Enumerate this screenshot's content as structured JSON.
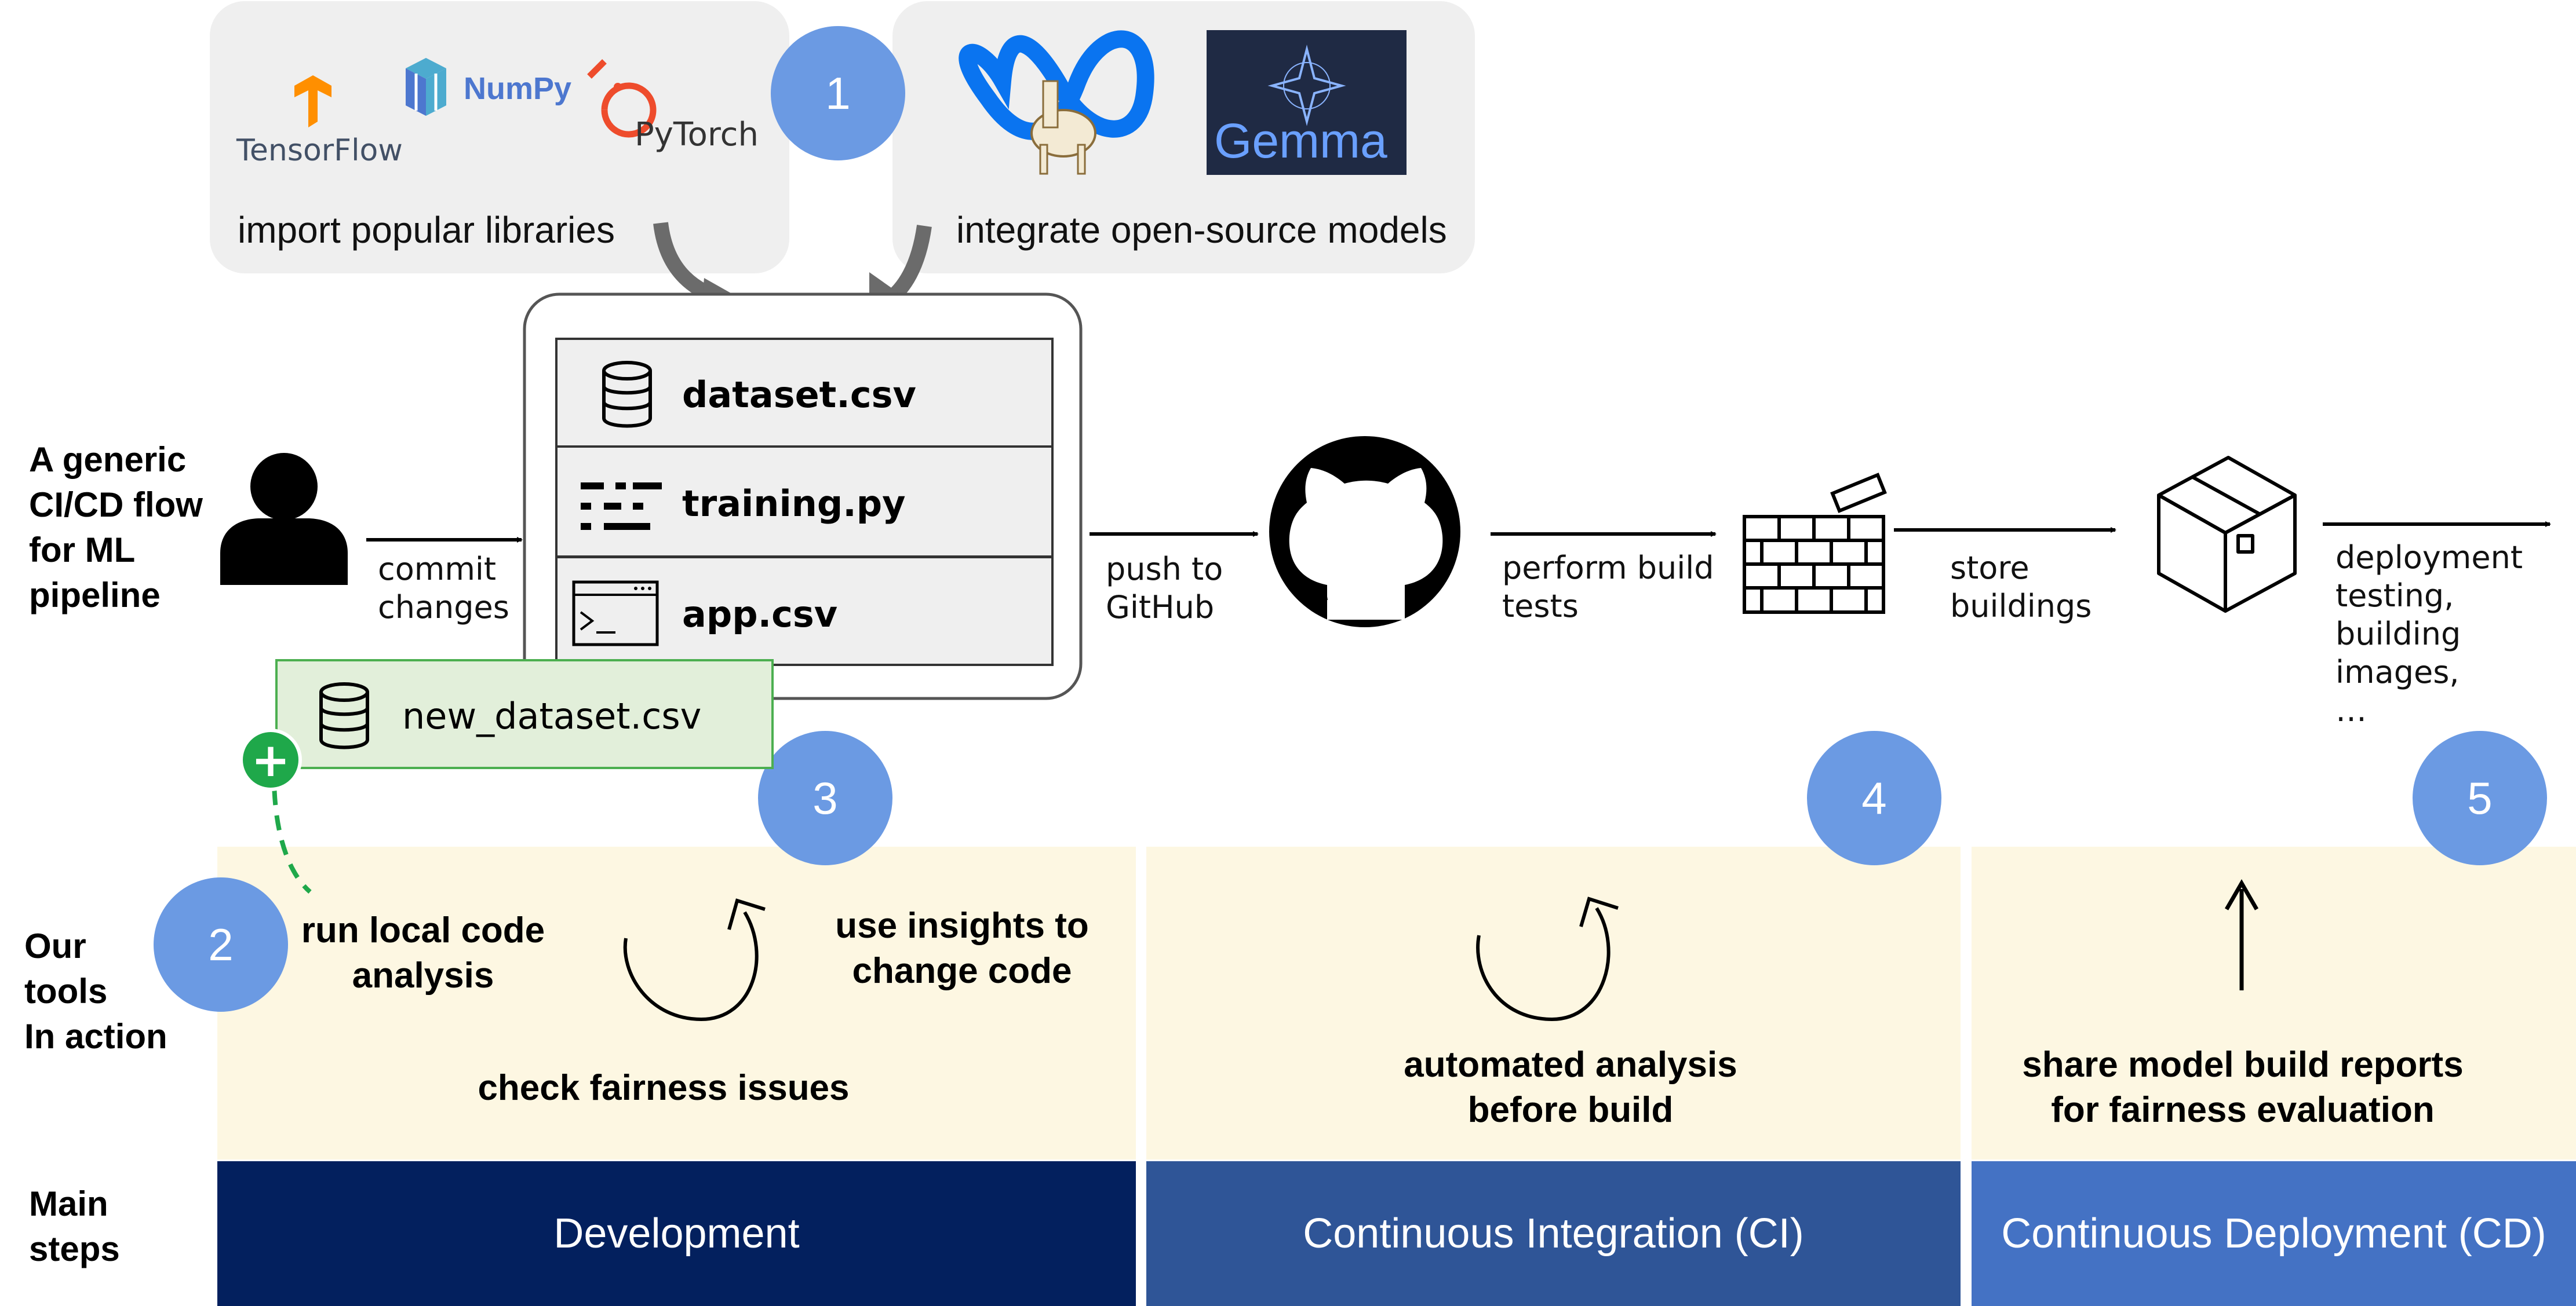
{
  "row_labels": {
    "flow": [
      "A generic",
      "CI/CD flow",
      "for ML",
      "pipeline"
    ],
    "tools": [
      "Our",
      "tools",
      "In action"
    ],
    "steps": [
      "Main",
      "steps"
    ]
  },
  "libraries_panel": {
    "caption": "import popular libraries",
    "logos": {
      "tensorflow": "TensorFlow",
      "numpy": "NumPy",
      "pytorch": "PyTorch"
    }
  },
  "models_panel": {
    "caption": "integrate open-source models",
    "logos": {
      "meta_icon": "meta-llama-icon",
      "gemma": "Gemma"
    }
  },
  "badges": [
    "1",
    "2",
    "3",
    "4",
    "5"
  ],
  "files": [
    {
      "name": "dataset.csv",
      "icon": "database-icon"
    },
    {
      "name": "training.py",
      "icon": "code-lines-icon"
    },
    {
      "name": "app.csv",
      "icon": "terminal-icon"
    }
  ],
  "new_file": {
    "name": "new_dataset.csv",
    "icon": "database-icon",
    "add_icon": "plus-icon"
  },
  "flow_labels": {
    "commit": [
      "commit",
      "changes"
    ],
    "push": [
      "push to",
      "GitHub"
    ],
    "build_tests": [
      "perform build",
      "tests"
    ],
    "store": [
      "store",
      "buildings"
    ],
    "deployment": [
      "deployment",
      "testing,",
      "building",
      "images,",
      "…"
    ]
  },
  "tools": {
    "local_analysis": [
      "run local code",
      "analysis"
    ],
    "insights": [
      "use insights to",
      "change code"
    ],
    "fairness": "check fairness issues",
    "automated": [
      "automated analysis",
      "before build"
    ],
    "share": [
      "share model build reports",
      "for fairness evaluation"
    ]
  },
  "steps": {
    "development": "Development",
    "ci": "Continuous Integration (CI)",
    "cd": "Continuous Deployment (CD)"
  },
  "colors": {
    "badge": "#6b9ae3",
    "development": "#03205e",
    "ci": "#2f5597",
    "cd": "#4472c4",
    "tools_panel": "#fdf7e2",
    "new_file_fill": "#e2efda",
    "new_file_border": "#4caf50",
    "plus": "#1fa84a"
  }
}
